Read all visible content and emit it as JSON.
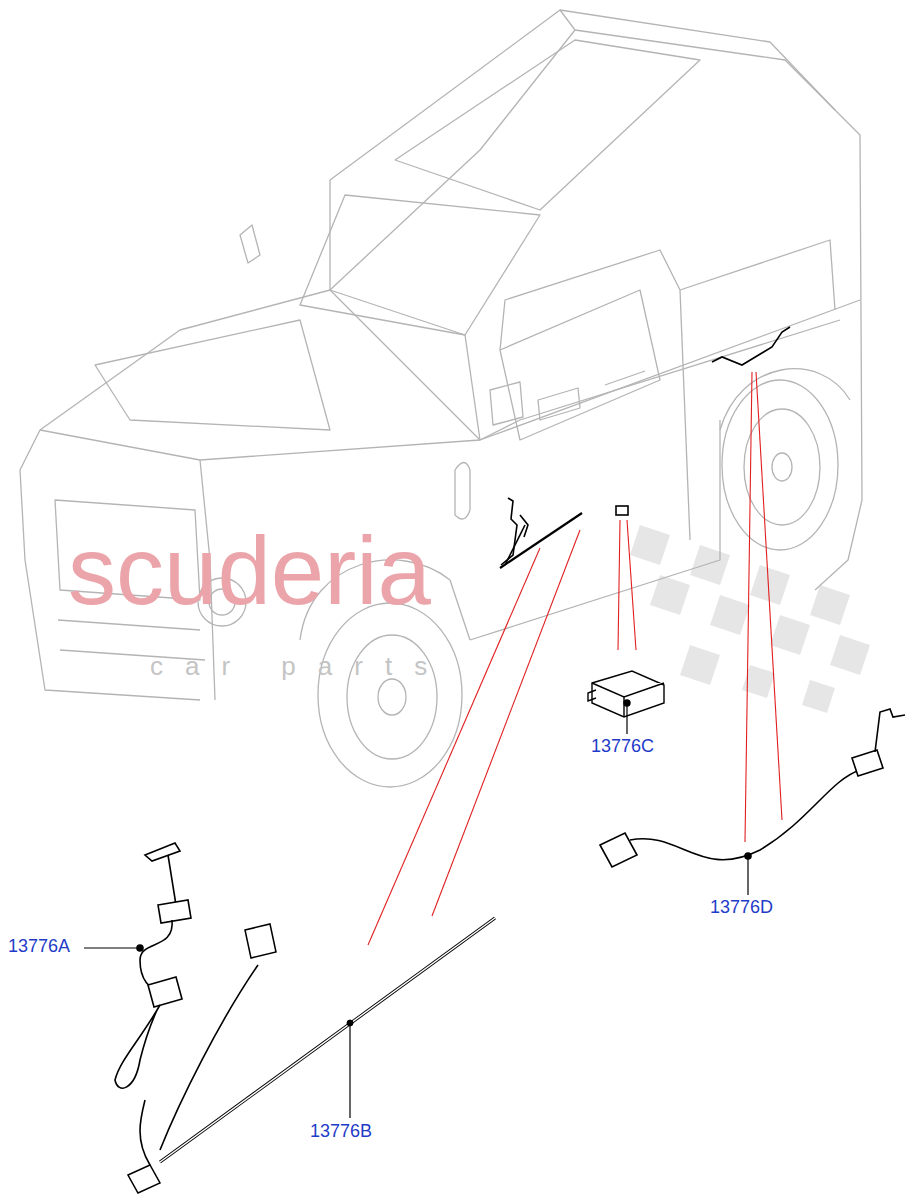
{
  "diagram": {
    "labels": [
      "scuderia",
      "car parts",
      "13776C",
      "13776D",
      "13776A",
      "13776B"
    ]
  }
}
